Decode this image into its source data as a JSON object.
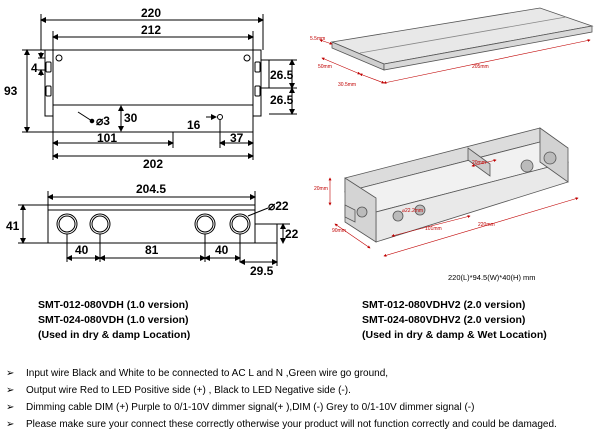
{
  "dimensions": {
    "front_view": {
      "overall_width": "220",
      "inner_width": "212",
      "body_width": "202",
      "total_height": "93",
      "tab_height": "4",
      "slot_height_1": "26.5",
      "slot_height_2": "26.5",
      "inner_height": "30",
      "hole_offset": "101",
      "hole_diameter": "⌀3",
      "wire_offset": "16",
      "wire_edge": "37"
    },
    "side_view": {
      "length": "204.5",
      "height": "41",
      "knockout_diameter": "⌀22",
      "knockout_spacing_1": "40",
      "knockout_spacing_2": "81",
      "knockout_spacing_3": "40",
      "end_offset": "29.5",
      "lip_height": "22"
    },
    "lid_view": {
      "edge_1": "5.5mm",
      "edge_2": "50mm",
      "edge_3": "30.5mm",
      "length": "205mm"
    },
    "box_view": {
      "height": "20mm",
      "inner_1": "20mm",
      "depth": "90mm",
      "knockout": "⌀22.2mm",
      "slot": "101mm",
      "length": "220mm"
    },
    "box_summary": "220(L)*94.5(W)*40(H) mm"
  },
  "models": {
    "left": {
      "line1": "SMT-012-080VDH (1.0 version)",
      "line2": "SMT-024-080VDH (1.0 version)",
      "line3": "(Used in dry & damp Location)"
    },
    "right": {
      "line1": "SMT-012-080VDHV2   (2.0 version)",
      "line2": "SMT-024-080VDHV2   (2.0 version)",
      "line3": "(Used in dry & damp & Wet Location)"
    }
  },
  "notes": [
    "Input wire Black and White to be connected to AC L and N ,Green wire go ground,",
    "Output wire Red to LED Positive side (+) , Black   to LED Negative side (-).",
    "Dimming cable DIM (+) Purple to 0/1-10V dimmer signal(+ ),DIM (-) Grey to 0/1-10V dimmer signal (-)",
    "Please make sure your connect these correctly otherwise your product will not function correctly and could be damaged."
  ],
  "note_bullet": "➢"
}
